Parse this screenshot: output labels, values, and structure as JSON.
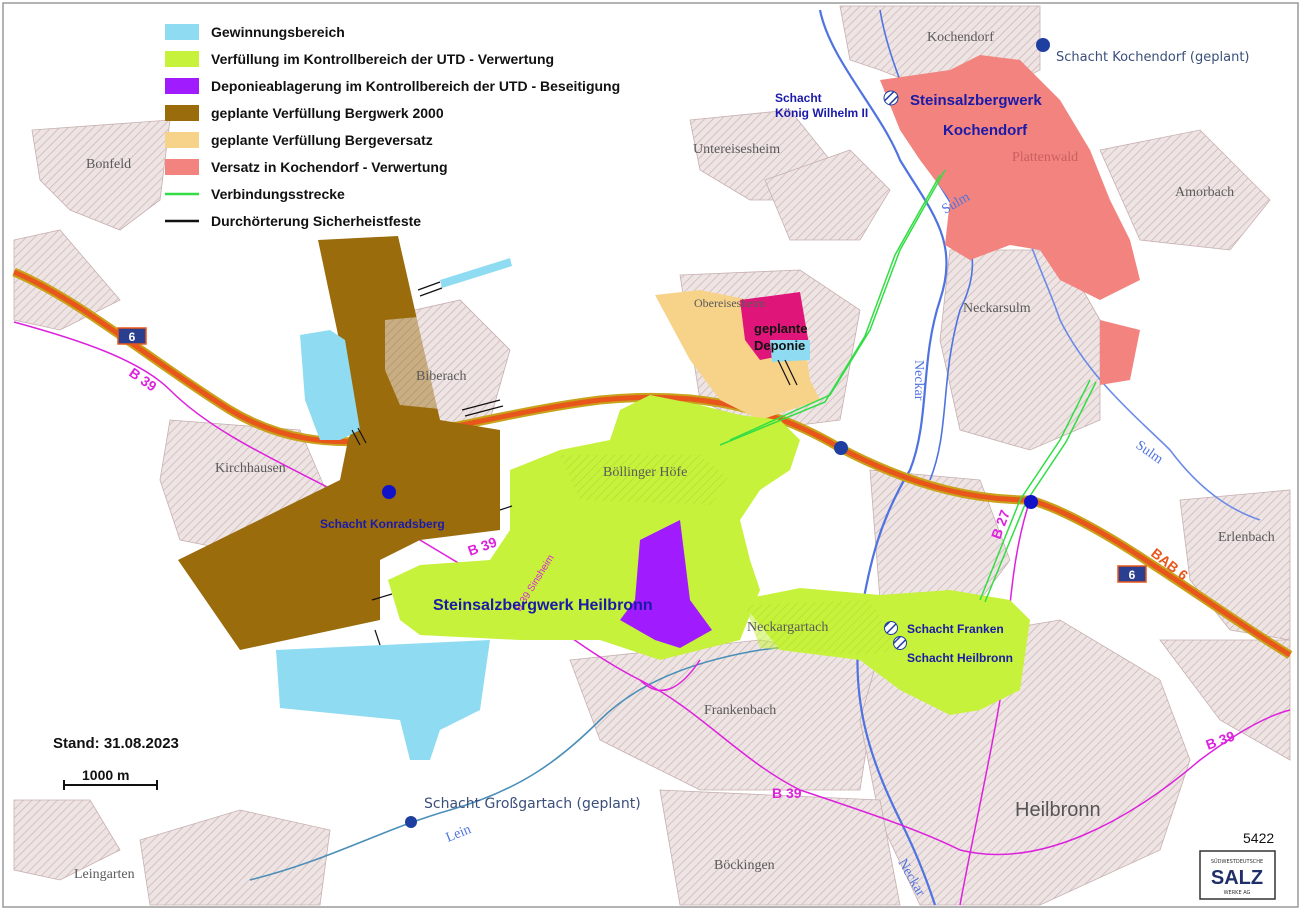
{
  "legend": [
    {
      "label": "Gewinnungsbereich",
      "color": "#8fdcf2",
      "kind": "box"
    },
    {
      "label": "Verfüllung im Kontrollbereich der UTD - Verwertung",
      "color": "#c6f23b",
      "kind": "box"
    },
    {
      "label": "Deponieablagerung im Kontrollbereich der UTD - Beseitigung",
      "color": "#a11bff",
      "kind": "box"
    },
    {
      "label": "geplante Verfüllung Bergwerk 2000",
      "color": "#9a6c0c",
      "kind": "box"
    },
    {
      "label": "geplante Verfüllung Bergeversatz",
      "color": "#f7d389",
      "kind": "box"
    },
    {
      "label": "Versatz in Kochendorf - Verwertung",
      "color": "#f2837e",
      "kind": "box"
    },
    {
      "label": "Verbindungsstrecke",
      "color": "#33dd44",
      "kind": "line"
    },
    {
      "label": "Durchörterung Sicherheistfeste",
      "color": "#111111",
      "kind": "line"
    }
  ],
  "towns": {
    "kochendorf": "Kochendorf",
    "bonfeld": "Bonfeld",
    "untereisesheim": "Untereisesheim",
    "plattenwald": "Plattenwald",
    "amorbach": "Amorbach",
    "obereisesheim": "Obereisesheim",
    "neckarsulm": "Neckarsulm",
    "biberach": "Biberach",
    "kirchhausen": "Kirchhausen",
    "boellinger": "Böllinger Höfe",
    "neckargartach": "Neckargartach",
    "frankenbach": "Frankenbach",
    "heilbronn": "Heilbronn",
    "erlenbach": "Erlenbach",
    "boeckingen": "Böckingen",
    "leingarten": "Leingarten"
  },
  "features": {
    "werk_kochendorf_1": "Steinsalzbergwerk",
    "werk_kochendorf_2": "Kochendorf",
    "werk_heilbronn": "Steinsalzbergwerk Heilbronn",
    "deponie_1": "geplante",
    "deponie_2": "Deponie"
  },
  "shafts": {
    "kochendorf_geplant": "Schacht Kochendorf (geplant)",
    "koenig_1": "Schacht",
    "koenig_2": "König Wilhelm II",
    "konradsberg": "Schacht Konradsberg",
    "franken": "Schacht Franken",
    "heilbronn": "Schacht Heilbronn",
    "grossgartach": "Schacht Großgartach (geplant)"
  },
  "roads": {
    "b39": "B 39",
    "b27": "B 27",
    "bab6": "BAB 6",
    "a6": "6",
    "b39_sinsheim": "B 39 Sinsheim"
  },
  "rivers": {
    "sulm": "Sulm",
    "neckar": "Neckar",
    "lein": "Lein"
  },
  "footer": {
    "stand": "Stand: 31.08.2023",
    "scale": "1000 m",
    "map_number": "5422",
    "logo_small": "SÜDWESTDEUTSCHE",
    "logo_main": "SALZ",
    "logo_small2": "WERKE AG"
  },
  "colors": {
    "settlement": "#e8d8d8",
    "river": "#4f73e0",
    "road_b": "#dd22dd",
    "autobahn": "#e8561c",
    "shaft": "#1f3fa0"
  }
}
